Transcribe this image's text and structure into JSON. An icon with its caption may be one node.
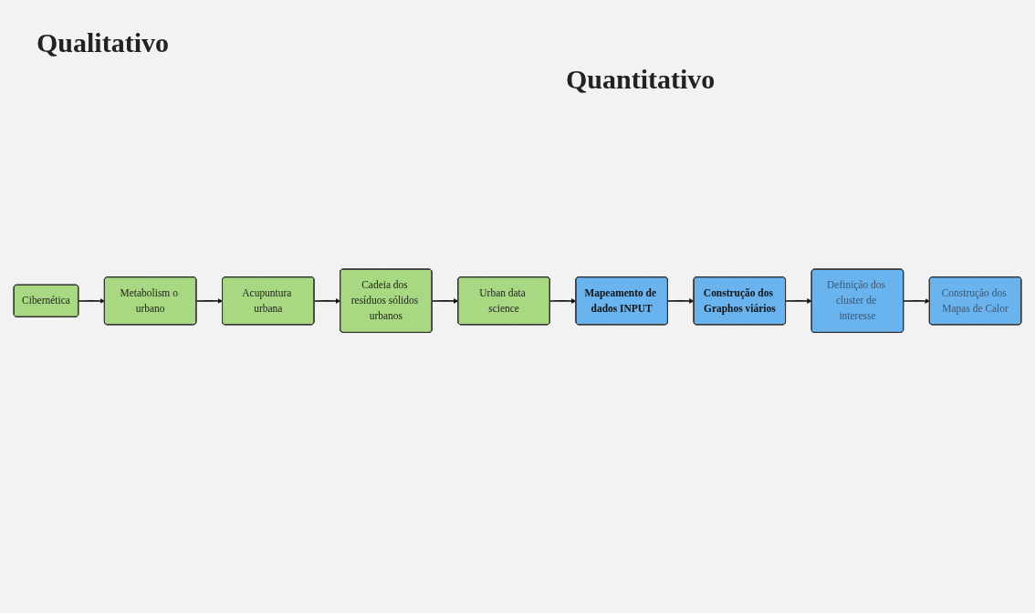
{
  "diagram": {
    "nodes": [
      {
        "text": [
          "Cibernética"
        ]
      },
      {
        "text": [
          "Metabolism o urbano"
        ]
      },
      {
        "text": [
          "Acupuntura urbana"
        ]
      },
      {
        "text": [
          "Cadeia dos resíduos sólidos urbanos"
        ]
      },
      {
        "text": [
          "Urban data science"
        ]
      },
      {
        "text": [
          "Mapeamento de dados INPUT"
        ]
      },
      {
        "text": [
          "Construção dos Graphos viários"
        ]
      },
      {
        "text": [
          "Definição dos cluster de interesse"
        ]
      },
      {
        "text": [
          "Construção dos Mapas de Calor"
        ]
      }
    ],
    "edges": [
      {
        "from": 0,
        "to": 1,
        "arrow": "to"
      },
      {
        "from": 1,
        "to": 2,
        "arrow": "to"
      },
      {
        "from": 2,
        "to": 3,
        "arrow": "to"
      },
      {
        "from": 3,
        "to": 4,
        "arrow": "to"
      },
      {
        "from": 4,
        "to": 5,
        "arrow": "to"
      },
      {
        "from": 5,
        "to": 6,
        "arrow": "to"
      },
      {
        "from": 6,
        "to": 7,
        "arrow": "to"
      },
      {
        "from": 7,
        "to": 8,
        "arrow": "to"
      }
    ],
    "labels": [
      "Qualitativo",
      "Quantitativo"
    ]
  }
}
